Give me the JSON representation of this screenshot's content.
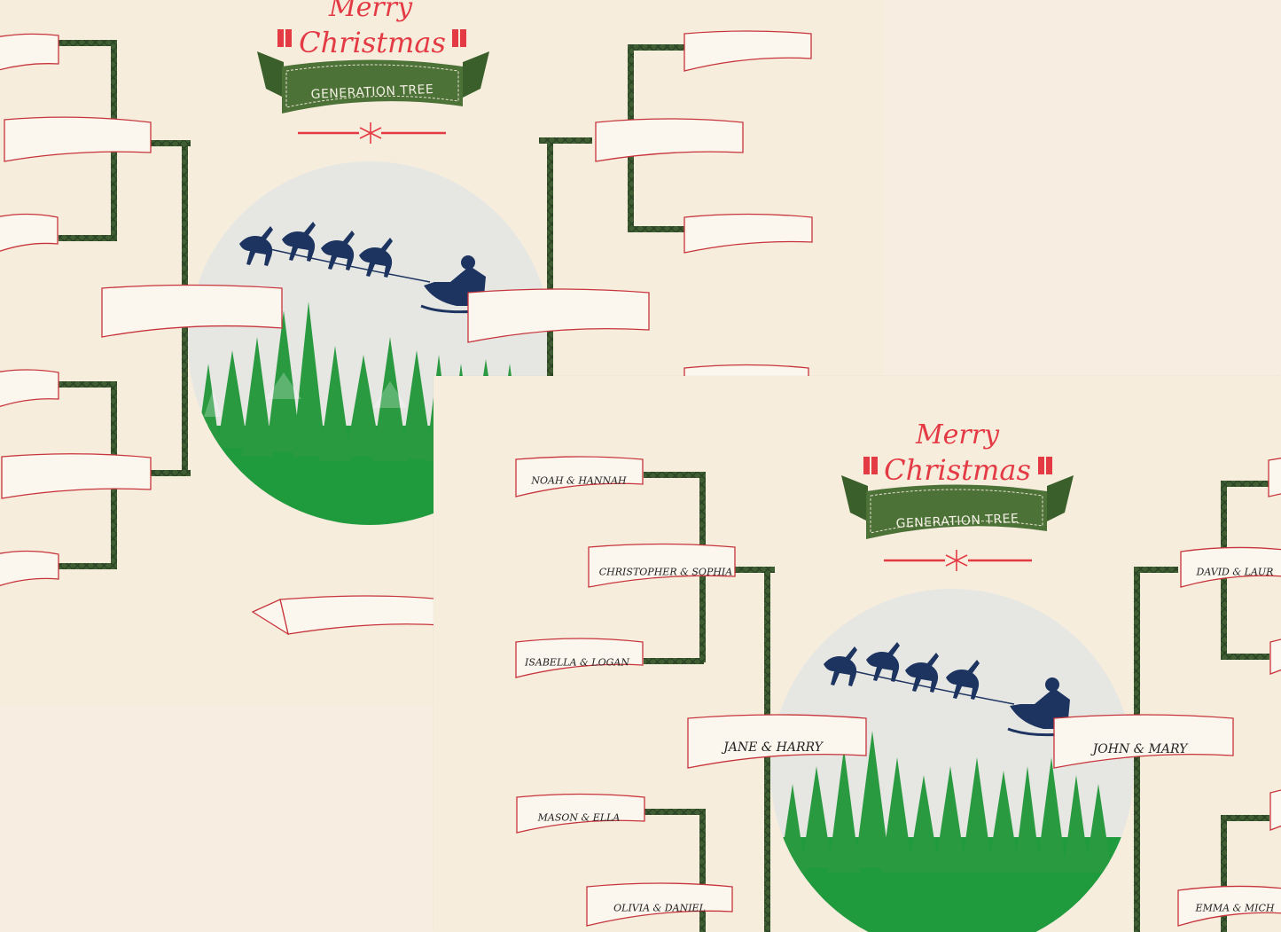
{
  "title": {
    "merry": "Merry",
    "christmas": "Christmas",
    "subtitle": "GENERATION TREE"
  },
  "colors": {
    "background": "#f6eddd",
    "banner_stroke": "#c7343b",
    "ribbon_green": "#4c7238",
    "title_red": "#e43a44",
    "pine": "#3d5a32",
    "sky": "#e6e7e3",
    "forest": "#1f9a3c",
    "reindeer": "#1d3461"
  },
  "icons": [
    "gift-icon",
    "snowflake-icon",
    "reindeer-sleigh-icon",
    "pine-branch-icon",
    "forest-icon"
  ],
  "names": {
    "root_left": "JANE & HARRY",
    "root_right": "JOHN & MARY",
    "parent_left_top": "CHRISTOPHER & SOPHIA",
    "parent_left_bottom": "OLIVIA & DANIEL",
    "parent_right_top": "DAVID & LAUR",
    "parent_right_bottom": "EMMA & MICH",
    "grand_1": "NOAH & HANNAH",
    "grand_2": "ISABELLA & LOGAN",
    "grand_3": "MASON & ELLA"
  }
}
